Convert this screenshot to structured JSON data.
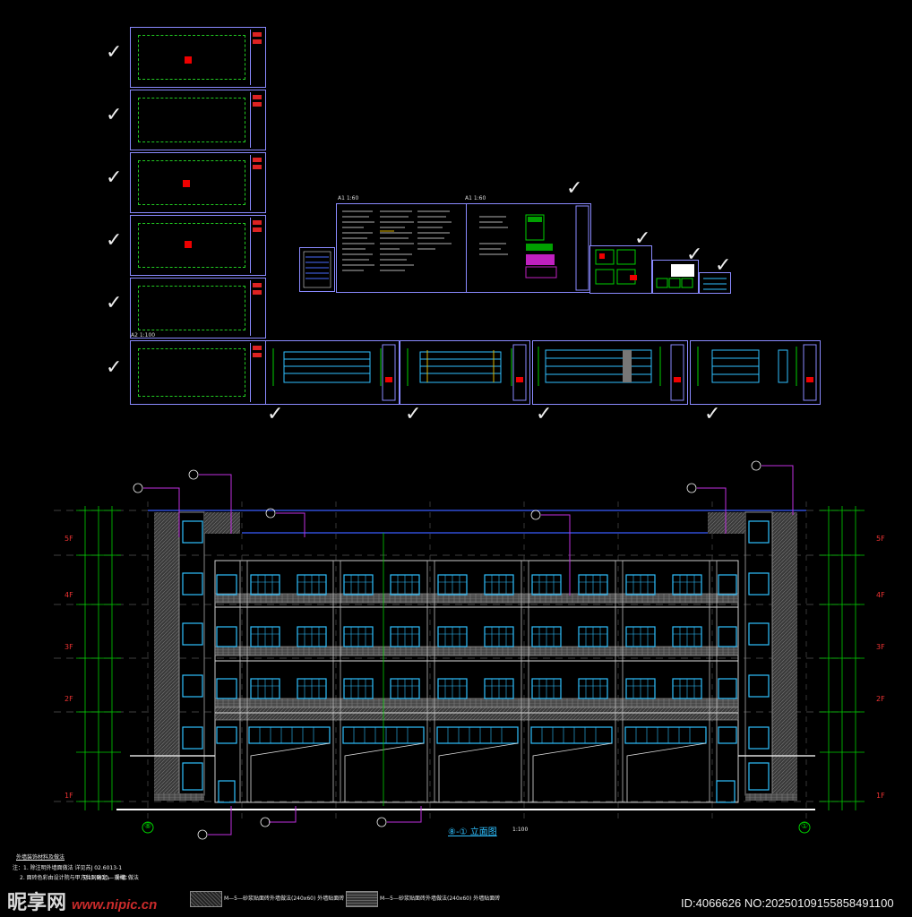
{
  "sheet_scales": {
    "left": "A1 1:60",
    "right": "A1 1:60",
    "elev_label": "A2 1:100"
  },
  "elevation": {
    "title": "⑧-① 立面图",
    "axis_left": "⑧",
    "axis_right": "①",
    "scale_note": "1:100",
    "floor_labels_left": [
      "5F",
      "4F",
      "3F",
      "2F",
      "1F"
    ],
    "floor_labels_right": [
      "5F",
      "4F",
      "3F",
      "2F",
      "1F"
    ]
  },
  "notes": {
    "heading": "外墙装饰材料及做法",
    "line1": "注：1. 除注明外墙面做法 详见苏J 02.6013-1",
    "line2": "2. 面砖色彩由设计院与甲方共同确定， 规格：",
    "line3": "见11,9/10— 外墙 做法",
    "legend1": "M—5—砂浆贴面砖外墙做法(240x60) 外墙贴面砖",
    "legend2": "M—5—砂浆贴面砖外墙做法(240x60) 外墙贴面砖"
  },
  "footer": {
    "watermark": "昵享网",
    "watermark_url": "www.nipic.cn",
    "id_text": "ID:4066626 NO:20250109155858491100"
  },
  "colors": {
    "frame": "#8a8aff",
    "green": "#00d000",
    "cyan": "#2fc0ff",
    "red": "#e00000",
    "yellow": "#ddb300",
    "white": "#ffffff"
  }
}
